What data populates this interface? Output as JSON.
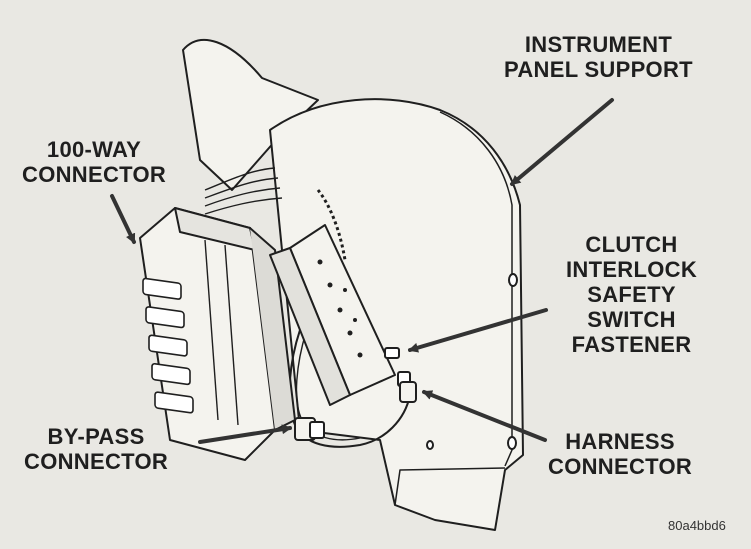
{
  "labels": {
    "instrument_panel_support": [
      "INSTRUMENT",
      "PANEL SUPPORT"
    ],
    "connector_100_way": [
      "100-WAY",
      "CONNECTOR"
    ],
    "clutch_fastener": [
      "CLUTCH",
      "INTERLOCK",
      "SAFETY",
      "SWITCH",
      "FASTENER"
    ],
    "bypass_connector": [
      "BY-PASS",
      "CONNECTOR"
    ],
    "harness_connector": [
      "HARNESS",
      "CONNECTOR"
    ]
  },
  "figure_code": "80a4bbd6",
  "colors": {
    "background": "#e9e8e3",
    "ink": "#1f1f1f",
    "panel_fill": "#f4f3ee",
    "arrow": "#333333"
  }
}
